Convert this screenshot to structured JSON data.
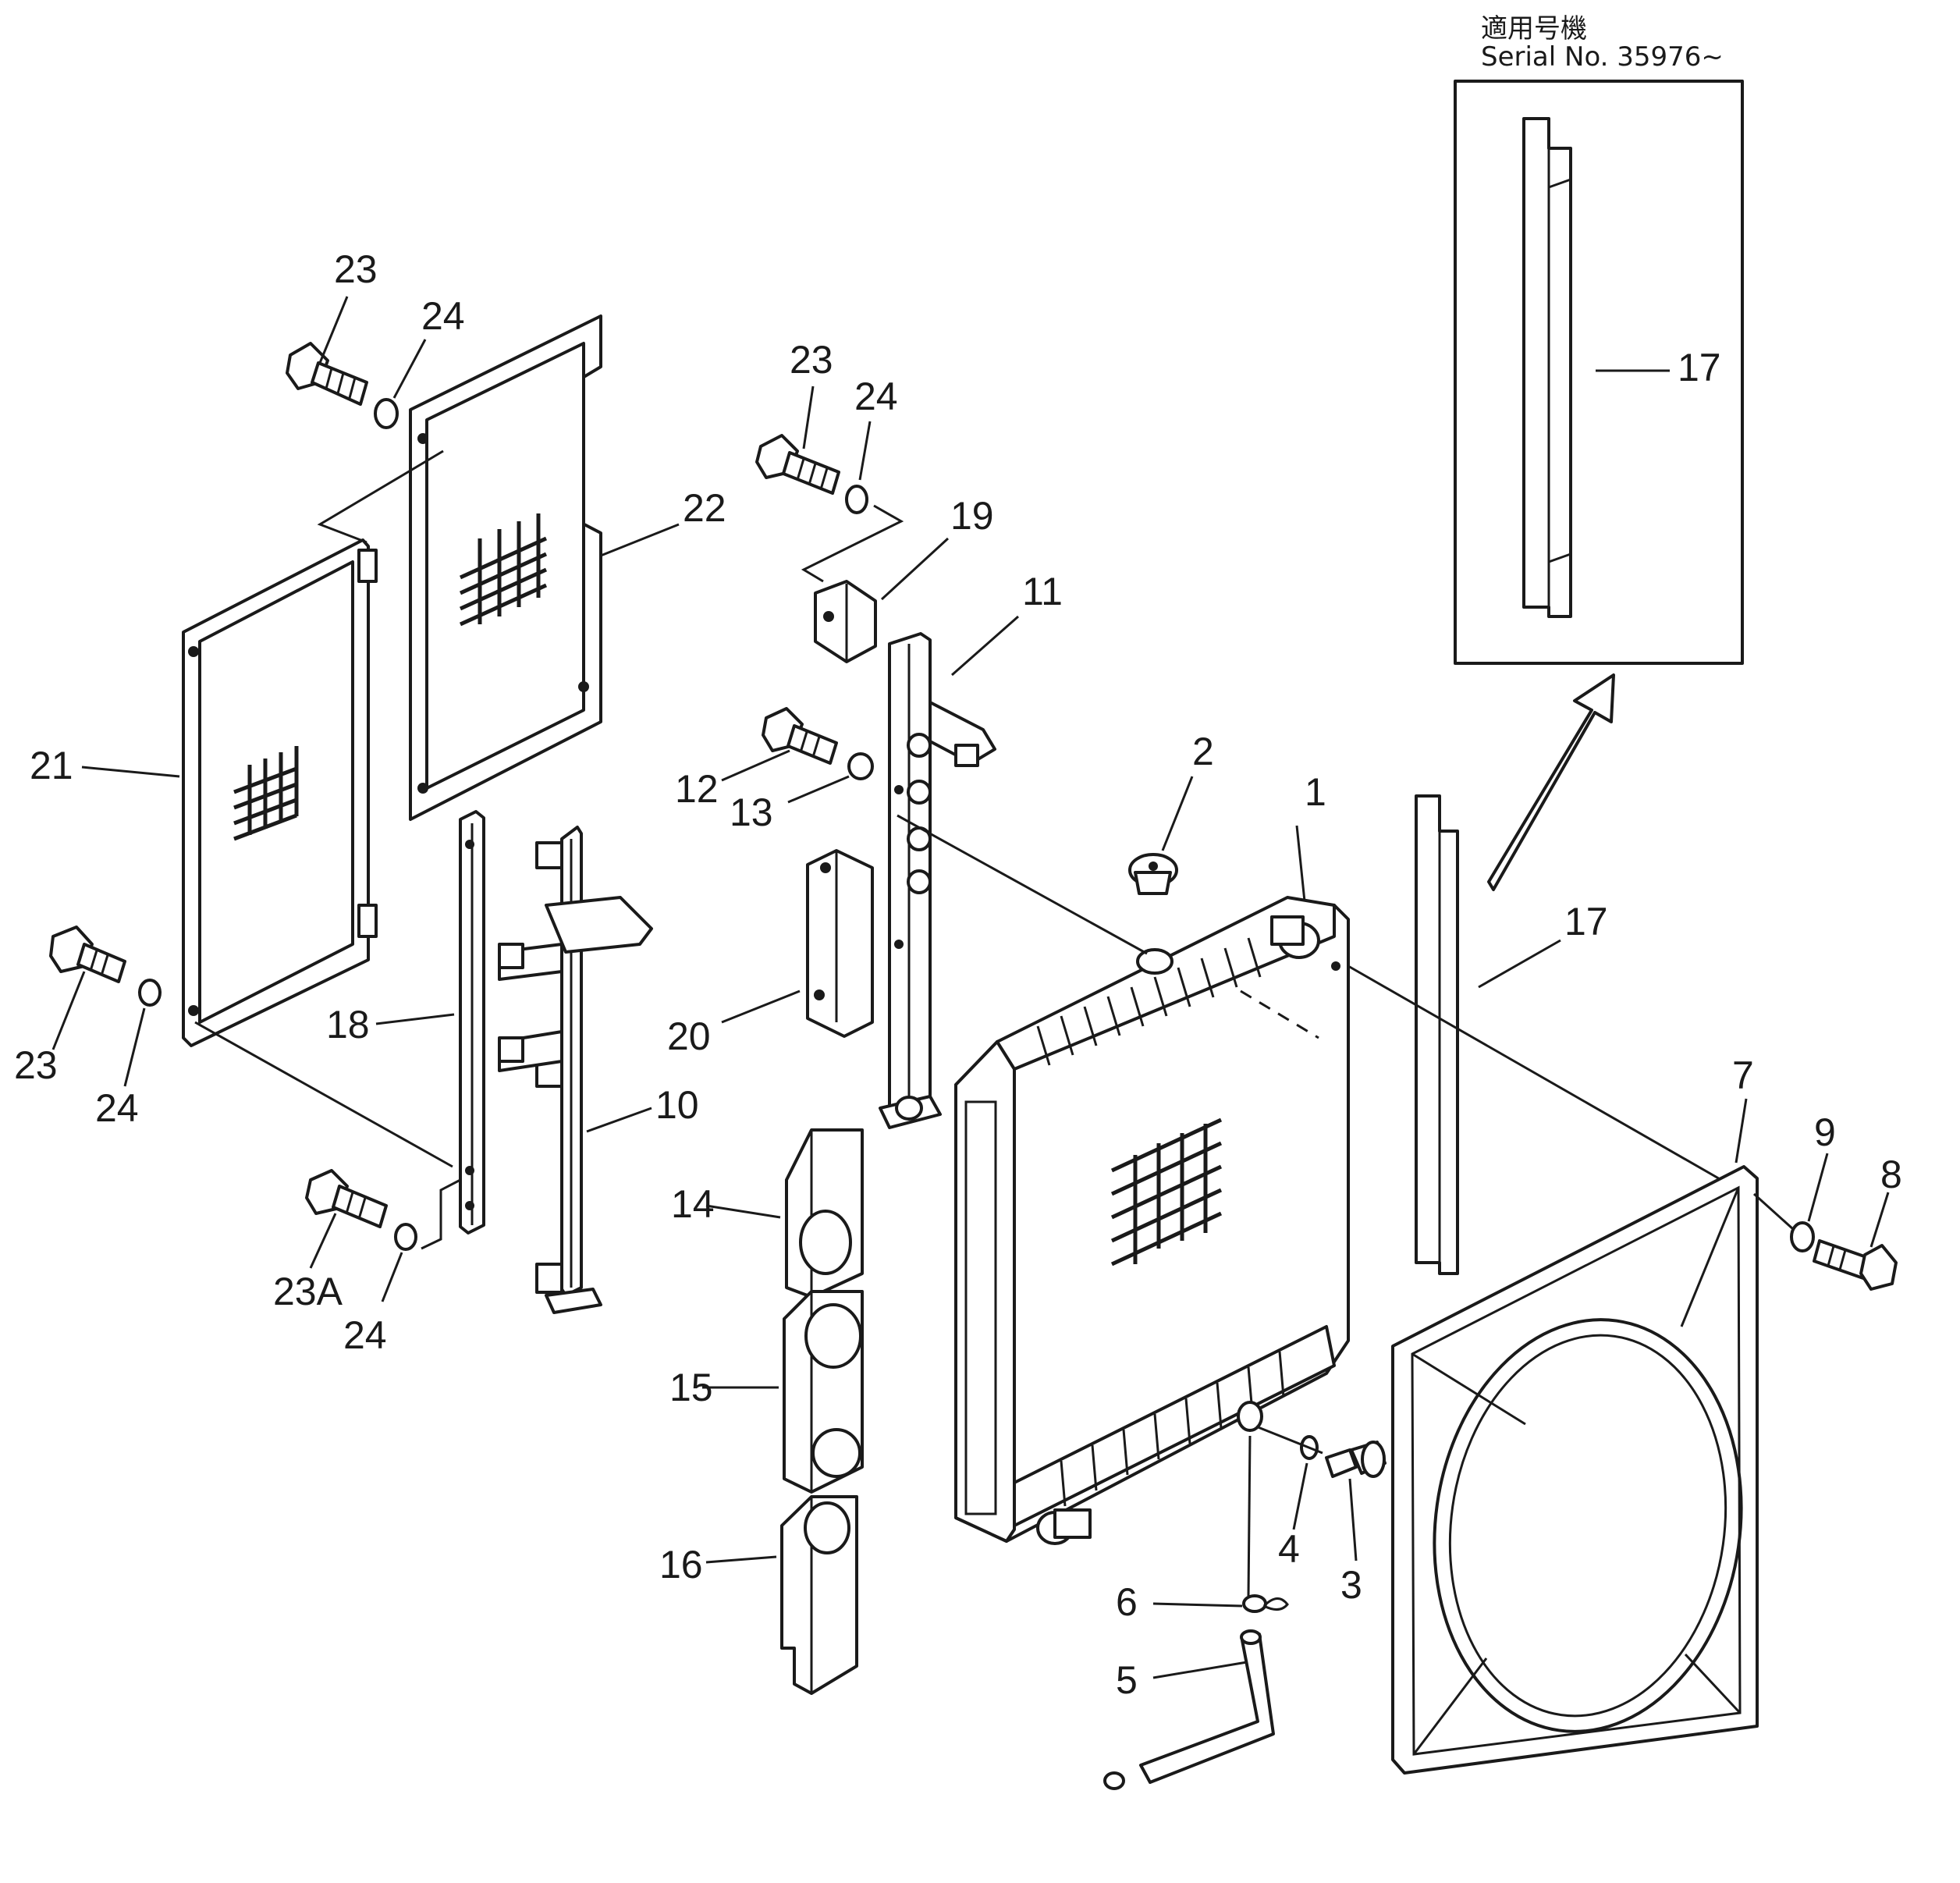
{
  "header": {
    "title_jp": "適用号機",
    "serial": "Serial No. 35976~"
  },
  "callouts": {
    "c1": "1",
    "c2": "2",
    "c3": "3",
    "c4": "4",
    "c5": "5",
    "c6": "6",
    "c7": "7",
    "c8": "8",
    "c9": "9",
    "c10": "10",
    "c11": "11",
    "c12": "12",
    "c13": "13",
    "c14": "14",
    "c15": "15",
    "c16": "16",
    "c17_inset": "17",
    "c17": "17",
    "c18": "18",
    "c19": "19",
    "c20": "20",
    "c21": "21",
    "c22": "22",
    "c23_a": "23",
    "c24_a": "24",
    "c23_b": "23",
    "c24_b": "24",
    "c23_c": "23",
    "c24_c": "24",
    "c23A": "23A",
    "c24_d": "24"
  }
}
